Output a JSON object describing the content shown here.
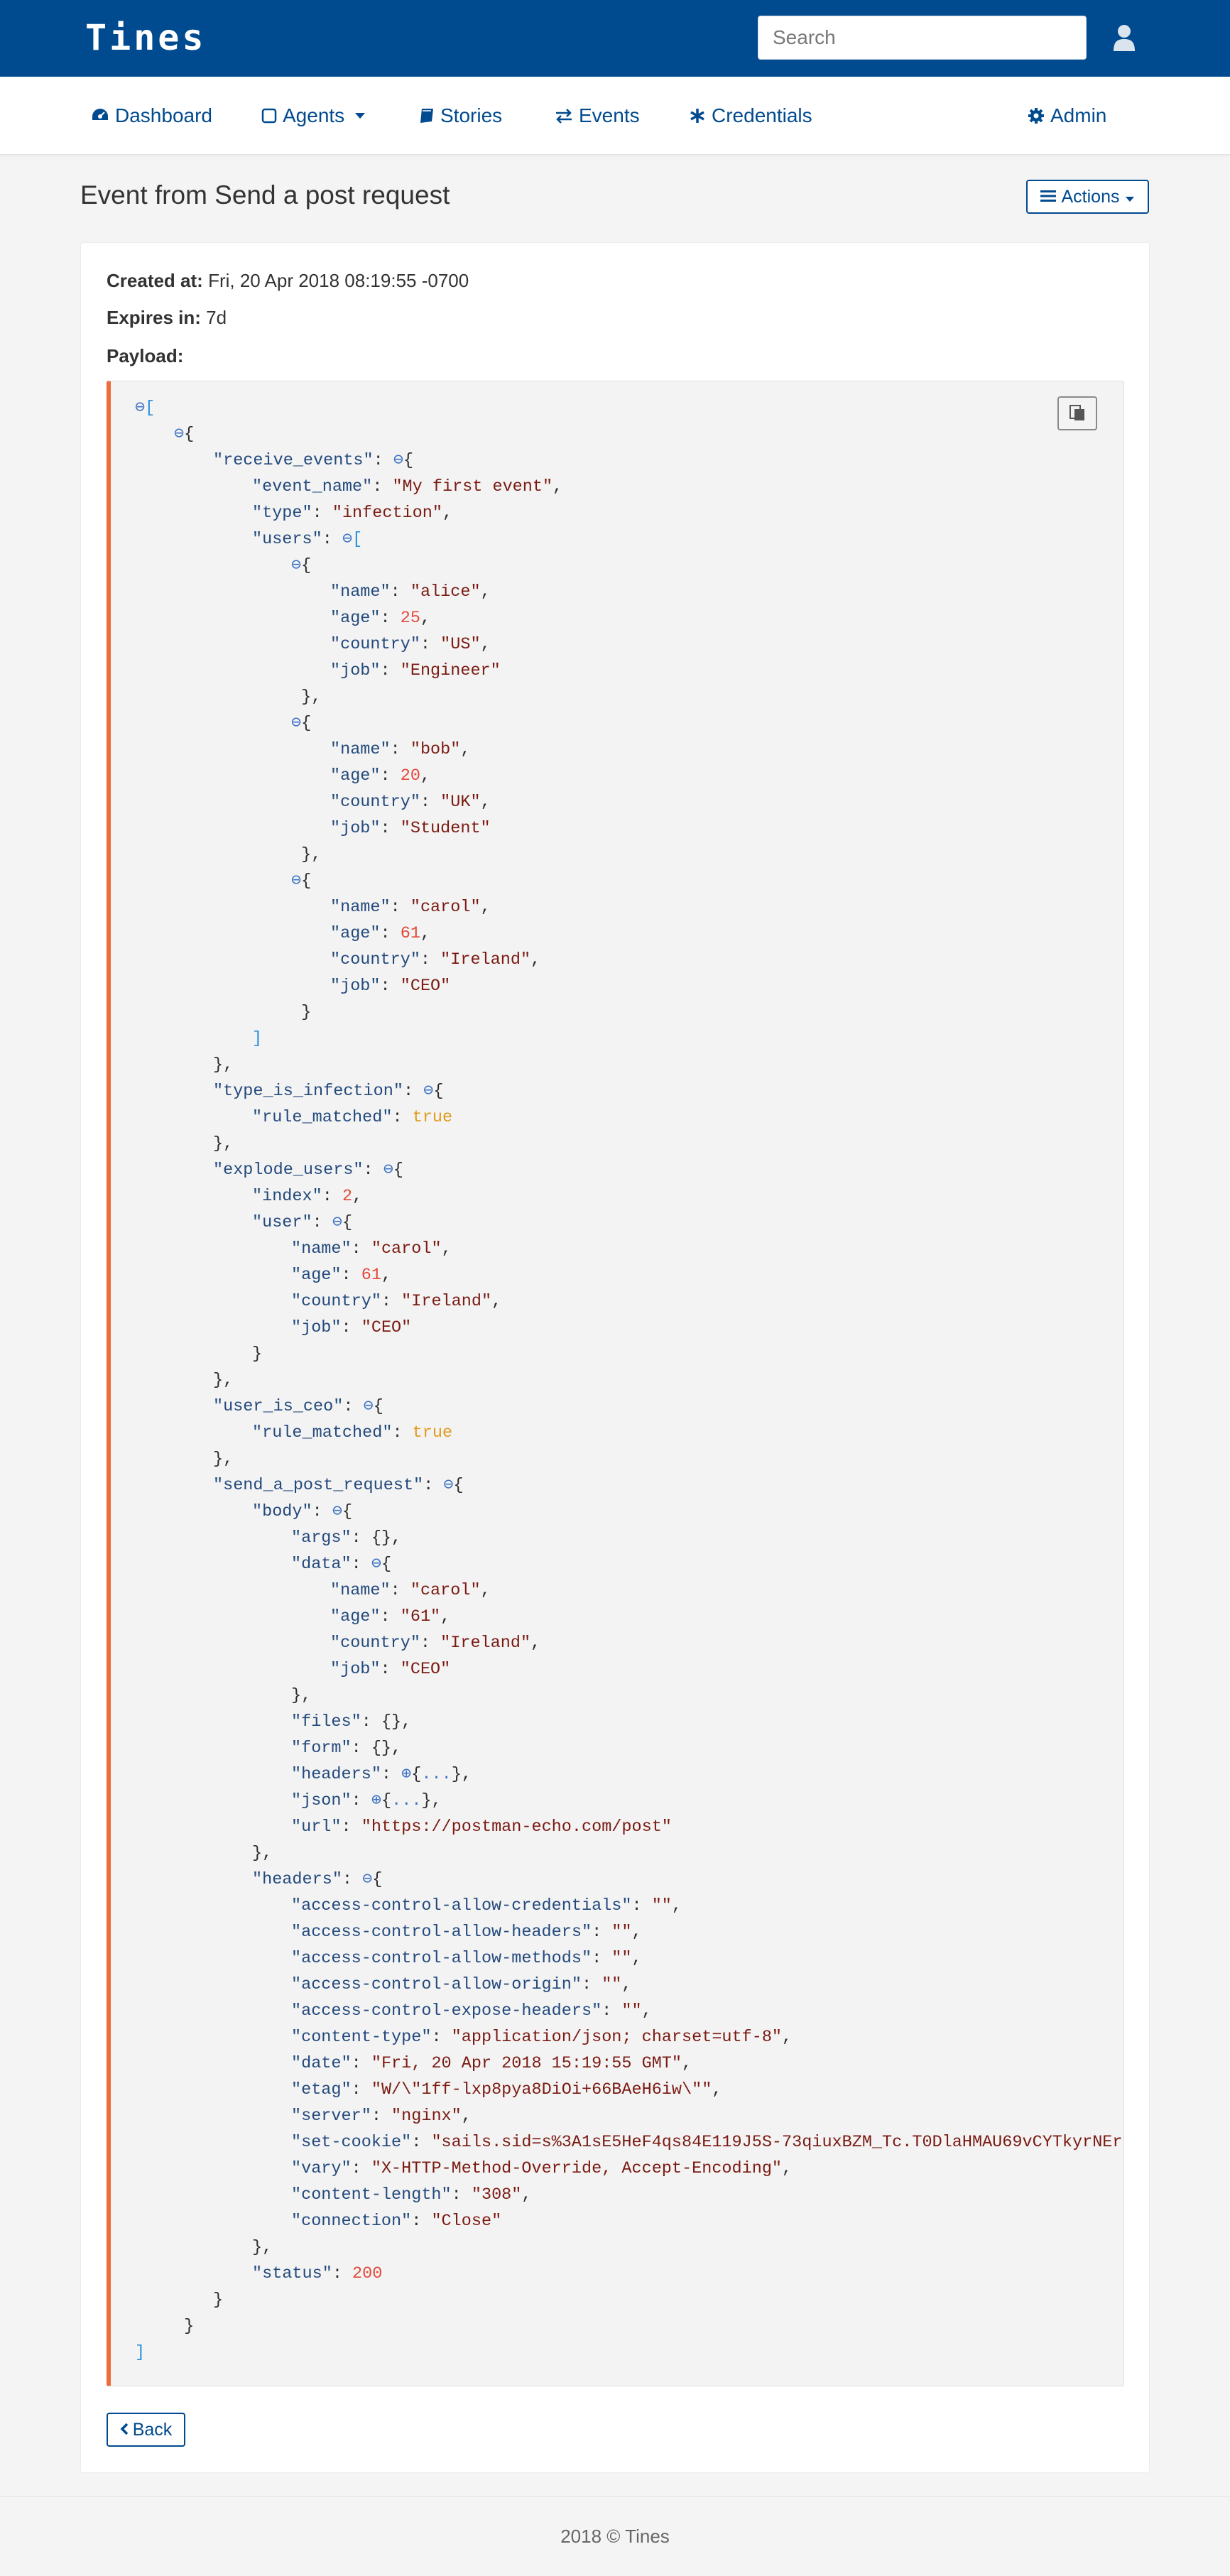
{
  "app": {
    "logo_text": "Tines"
  },
  "search": {
    "placeholder": "Search"
  },
  "nav": {
    "items": [
      {
        "label": "Dashboard",
        "icon": "tachometer-icon"
      },
      {
        "label": "Agents",
        "icon": "square-icon",
        "has_caret": true
      },
      {
        "label": "Stories",
        "icon": "book-icon"
      },
      {
        "label": "Events",
        "icon": "exchange-icon"
      },
      {
        "label": "Credentials",
        "icon": "asterisk-icon"
      }
    ],
    "admin": {
      "label": "Admin",
      "icon": "cog-icon"
    }
  },
  "page": {
    "title": "Event from Send a post request",
    "actions_label": "Actions"
  },
  "event": {
    "created_label": "Created at:",
    "created_value": "Fri, 20 Apr 2018 08:19:55 -0700",
    "expires_label": "Expires in:",
    "expires_value": "7d",
    "payload_label": "Payload:"
  },
  "payload_lines": [
    [
      0,
      [
        [
          "t",
          "⊖"
        ],
        [
          "br",
          "["
        ]
      ]
    ],
    [
      1,
      [
        [
          "t",
          "⊖"
        ],
        [
          "p",
          "{"
        ]
      ]
    ],
    [
      2,
      [
        [
          "k",
          "\"receive_events\""
        ],
        [
          "p",
          ": "
        ],
        [
          "t",
          "⊖"
        ],
        [
          "p",
          "{"
        ]
      ]
    ],
    [
      3,
      [
        [
          "k",
          "\"event_name\""
        ],
        [
          "p",
          ": "
        ],
        [
          "s",
          "\"My first event\""
        ],
        [
          "p",
          ","
        ]
      ]
    ],
    [
      3,
      [
        [
          "k",
          "\"type\""
        ],
        [
          "p",
          ": "
        ],
        [
          "s",
          "\"infection\""
        ],
        [
          "p",
          ","
        ]
      ]
    ],
    [
      3,
      [
        [
          "k",
          "\"users\""
        ],
        [
          "p",
          ": "
        ],
        [
          "t",
          "⊖"
        ],
        [
          "br",
          "["
        ]
      ]
    ],
    [
      4,
      [
        [
          "t",
          "⊖"
        ],
        [
          "p",
          "{"
        ]
      ]
    ],
    [
      5,
      [
        [
          "k",
          "\"name\""
        ],
        [
          "p",
          ": "
        ],
        [
          "s",
          "\"alice\""
        ],
        [
          "p",
          ","
        ]
      ]
    ],
    [
      5,
      [
        [
          "k",
          "\"age\""
        ],
        [
          "p",
          ": "
        ],
        [
          "n",
          "25"
        ],
        [
          "p",
          ","
        ]
      ]
    ],
    [
      5,
      [
        [
          "k",
          "\"country\""
        ],
        [
          "p",
          ": "
        ],
        [
          "s",
          "\"US\""
        ],
        [
          "p",
          ","
        ]
      ]
    ],
    [
      5,
      [
        [
          "k",
          "\"job\""
        ],
        [
          "p",
          ": "
        ],
        [
          "s",
          "\"Engineer\""
        ]
      ]
    ],
    [
      4,
      [
        [
          "p",
          " },"
        ]
      ]
    ],
    [
      4,
      [
        [
          "t",
          "⊖"
        ],
        [
          "p",
          "{"
        ]
      ]
    ],
    [
      5,
      [
        [
          "k",
          "\"name\""
        ],
        [
          "p",
          ": "
        ],
        [
          "s",
          "\"bob\""
        ],
        [
          "p",
          ","
        ]
      ]
    ],
    [
      5,
      [
        [
          "k",
          "\"age\""
        ],
        [
          "p",
          ": "
        ],
        [
          "n",
          "20"
        ],
        [
          "p",
          ","
        ]
      ]
    ],
    [
      5,
      [
        [
          "k",
          "\"country\""
        ],
        [
          "p",
          ": "
        ],
        [
          "s",
          "\"UK\""
        ],
        [
          "p",
          ","
        ]
      ]
    ],
    [
      5,
      [
        [
          "k",
          "\"job\""
        ],
        [
          "p",
          ": "
        ],
        [
          "s",
          "\"Student\""
        ]
      ]
    ],
    [
      4,
      [
        [
          "p",
          " },"
        ]
      ]
    ],
    [
      4,
      [
        [
          "t",
          "⊖"
        ],
        [
          "p",
          "{"
        ]
      ]
    ],
    [
      5,
      [
        [
          "k",
          "\"name\""
        ],
        [
          "p",
          ": "
        ],
        [
          "s",
          "\"carol\""
        ],
        [
          "p",
          ","
        ]
      ]
    ],
    [
      5,
      [
        [
          "k",
          "\"age\""
        ],
        [
          "p",
          ": "
        ],
        [
          "n",
          "61"
        ],
        [
          "p",
          ","
        ]
      ]
    ],
    [
      5,
      [
        [
          "k",
          "\"country\""
        ],
        [
          "p",
          ": "
        ],
        [
          "s",
          "\"Ireland\""
        ],
        [
          "p",
          ","
        ]
      ]
    ],
    [
      5,
      [
        [
          "k",
          "\"job\""
        ],
        [
          "p",
          ": "
        ],
        [
          "s",
          "\"CEO\""
        ]
      ]
    ],
    [
      4,
      [
        [
          "p",
          " }"
        ]
      ]
    ],
    [
      3,
      [
        [
          "br",
          "]"
        ]
      ]
    ],
    [
      2,
      [
        [
          "p",
          "},"
        ]
      ]
    ],
    [
      2,
      [
        [
          "k",
          "\"type_is_infection\""
        ],
        [
          "p",
          ": "
        ],
        [
          "t",
          "⊖"
        ],
        [
          "p",
          "{"
        ]
      ]
    ],
    [
      3,
      [
        [
          "k",
          "\"rule_matched\""
        ],
        [
          "p",
          ": "
        ],
        [
          "b",
          "true"
        ]
      ]
    ],
    [
      2,
      [
        [
          "p",
          "},"
        ]
      ]
    ],
    [
      2,
      [
        [
          "k",
          "\"explode_users\""
        ],
        [
          "p",
          ": "
        ],
        [
          "t",
          "⊖"
        ],
        [
          "p",
          "{"
        ]
      ]
    ],
    [
      3,
      [
        [
          "k",
          "\"index\""
        ],
        [
          "p",
          ": "
        ],
        [
          "n",
          "2"
        ],
        [
          "p",
          ","
        ]
      ]
    ],
    [
      3,
      [
        [
          "k",
          "\"user\""
        ],
        [
          "p",
          ": "
        ],
        [
          "t",
          "⊖"
        ],
        [
          "p",
          "{"
        ]
      ]
    ],
    [
      4,
      [
        [
          "k",
          "\"name\""
        ],
        [
          "p",
          ": "
        ],
        [
          "s",
          "\"carol\""
        ],
        [
          "p",
          ","
        ]
      ]
    ],
    [
      4,
      [
        [
          "k",
          "\"age\""
        ],
        [
          "p",
          ": "
        ],
        [
          "n",
          "61"
        ],
        [
          "p",
          ","
        ]
      ]
    ],
    [
      4,
      [
        [
          "k",
          "\"country\""
        ],
        [
          "p",
          ": "
        ],
        [
          "s",
          "\"Ireland\""
        ],
        [
          "p",
          ","
        ]
      ]
    ],
    [
      4,
      [
        [
          "k",
          "\"job\""
        ],
        [
          "p",
          ": "
        ],
        [
          "s",
          "\"CEO\""
        ]
      ]
    ],
    [
      3,
      [
        [
          "p",
          "}"
        ]
      ]
    ],
    [
      2,
      [
        [
          "p",
          "},"
        ]
      ]
    ],
    [
      2,
      [
        [
          "k",
          "\"user_is_ceo\""
        ],
        [
          "p",
          ": "
        ],
        [
          "t",
          "⊖"
        ],
        [
          "p",
          "{"
        ]
      ]
    ],
    [
      3,
      [
        [
          "k",
          "\"rule_matched\""
        ],
        [
          "p",
          ": "
        ],
        [
          "b",
          "true"
        ]
      ]
    ],
    [
      2,
      [
        [
          "p",
          "},"
        ]
      ]
    ],
    [
      2,
      [
        [
          "k",
          "\"send_a_post_request\""
        ],
        [
          "p",
          ": "
        ],
        [
          "t",
          "⊖"
        ],
        [
          "p",
          "{"
        ]
      ]
    ],
    [
      3,
      [
        [
          "k",
          "\"body\""
        ],
        [
          "p",
          ": "
        ],
        [
          "t",
          "⊖"
        ],
        [
          "p",
          "{"
        ]
      ]
    ],
    [
      4,
      [
        [
          "k",
          "\"args\""
        ],
        [
          "p",
          ": {},"
        ]
      ]
    ],
    [
      4,
      [
        [
          "k",
          "\"data\""
        ],
        [
          "p",
          ": "
        ],
        [
          "t",
          "⊖"
        ],
        [
          "p",
          "{"
        ]
      ]
    ],
    [
      5,
      [
        [
          "k",
          "\"name\""
        ],
        [
          "p",
          ": "
        ],
        [
          "s",
          "\"carol\""
        ],
        [
          "p",
          ","
        ]
      ]
    ],
    [
      5,
      [
        [
          "k",
          "\"age\""
        ],
        [
          "p",
          ": "
        ],
        [
          "s",
          "\"61\""
        ],
        [
          "p",
          ","
        ]
      ]
    ],
    [
      5,
      [
        [
          "k",
          "\"country\""
        ],
        [
          "p",
          ": "
        ],
        [
          "s",
          "\"Ireland\""
        ],
        [
          "p",
          ","
        ]
      ]
    ],
    [
      5,
      [
        [
          "k",
          "\"job\""
        ],
        [
          "p",
          ": "
        ],
        [
          "s",
          "\"CEO\""
        ]
      ]
    ],
    [
      4,
      [
        [
          "p",
          "},"
        ]
      ]
    ],
    [
      4,
      [
        [
          "k",
          "\"files\""
        ],
        [
          "p",
          ": {},"
        ]
      ]
    ],
    [
      4,
      [
        [
          "k",
          "\"form\""
        ],
        [
          "p",
          ": {},"
        ]
      ]
    ],
    [
      4,
      [
        [
          "k",
          "\"headers\""
        ],
        [
          "p",
          ": "
        ],
        [
          "t",
          "⊕"
        ],
        [
          "p",
          "{"
        ],
        [
          "t",
          "..."
        ],
        [
          "p",
          "},"
        ]
      ]
    ],
    [
      4,
      [
        [
          "k",
          "\"json\""
        ],
        [
          "p",
          ": "
        ],
        [
          "t",
          "⊕"
        ],
        [
          "p",
          "{"
        ],
        [
          "t",
          "..."
        ],
        [
          "p",
          "},"
        ]
      ]
    ],
    [
      4,
      [
        [
          "k",
          "\"url\""
        ],
        [
          "p",
          ": "
        ],
        [
          "s",
          "\"https://postman-echo.com/post\""
        ]
      ]
    ],
    [
      3,
      [
        [
          "p",
          "},"
        ]
      ]
    ],
    [
      3,
      [
        [
          "k",
          "\"headers\""
        ],
        [
          "p",
          ": "
        ],
        [
          "t",
          "⊖"
        ],
        [
          "p",
          "{"
        ]
      ]
    ],
    [
      4,
      [
        [
          "k",
          "\"access-control-allow-credentials\""
        ],
        [
          "p",
          ": "
        ],
        [
          "s",
          "\"\""
        ],
        [
          "p",
          ","
        ]
      ]
    ],
    [
      4,
      [
        [
          "k",
          "\"access-control-allow-headers\""
        ],
        [
          "p",
          ": "
        ],
        [
          "s",
          "\"\""
        ],
        [
          "p",
          ","
        ]
      ]
    ],
    [
      4,
      [
        [
          "k",
          "\"access-control-allow-methods\""
        ],
        [
          "p",
          ": "
        ],
        [
          "s",
          "\"\""
        ],
        [
          "p",
          ","
        ]
      ]
    ],
    [
      4,
      [
        [
          "k",
          "\"access-control-allow-origin\""
        ],
        [
          "p",
          ": "
        ],
        [
          "s",
          "\"\""
        ],
        [
          "p",
          ","
        ]
      ]
    ],
    [
      4,
      [
        [
          "k",
          "\"access-control-expose-headers\""
        ],
        [
          "p",
          ": "
        ],
        [
          "s",
          "\"\""
        ],
        [
          "p",
          ","
        ]
      ]
    ],
    [
      4,
      [
        [
          "k",
          "\"content-type\""
        ],
        [
          "p",
          ": "
        ],
        [
          "s",
          "\"application/json; charset=utf-8\""
        ],
        [
          "p",
          ","
        ]
      ]
    ],
    [
      4,
      [
        [
          "k",
          "\"date\""
        ],
        [
          "p",
          ": "
        ],
        [
          "s",
          "\"Fri, 20 Apr 2018 15:19:55 GMT\""
        ],
        [
          "p",
          ","
        ]
      ]
    ],
    [
      4,
      [
        [
          "k",
          "\"etag\""
        ],
        [
          "p",
          ": "
        ],
        [
          "s",
          "\"W/\\\"1ff-lxp8pya8DiOi+66BAeH6iw\\\"\""
        ],
        [
          "p",
          ","
        ]
      ]
    ],
    [
      4,
      [
        [
          "k",
          "\"server\""
        ],
        [
          "p",
          ": "
        ],
        [
          "s",
          "\"nginx\""
        ],
        [
          "p",
          ","
        ]
      ]
    ],
    [
      4,
      [
        [
          "k",
          "\"set-cookie\""
        ],
        [
          "p",
          ": "
        ],
        [
          "s",
          "\"sails.sid=s%3A1sE5HeF4qs84E119J5S-73qiuxBZM_Tc.T0DlaHMAU69vCYTkyrNEr"
        ]
      ]
    ],
    [
      4,
      [
        [
          "k",
          "\"vary\""
        ],
        [
          "p",
          ": "
        ],
        [
          "s",
          "\"X-HTTP-Method-Override, Accept-Encoding\""
        ],
        [
          "p",
          ","
        ]
      ]
    ],
    [
      4,
      [
        [
          "k",
          "\"content-length\""
        ],
        [
          "p",
          ": "
        ],
        [
          "s",
          "\"308\""
        ],
        [
          "p",
          ","
        ]
      ]
    ],
    [
      4,
      [
        [
          "k",
          "\"connection\""
        ],
        [
          "p",
          ": "
        ],
        [
          "s",
          "\"Close\""
        ]
      ]
    ],
    [
      3,
      [
        [
          "p",
          "},"
        ]
      ]
    ],
    [
      3,
      [
        [
          "k",
          "\"status\""
        ],
        [
          "p",
          ": "
        ],
        [
          "n",
          "200"
        ]
      ]
    ],
    [
      2,
      [
        [
          "p",
          "}"
        ]
      ]
    ],
    [
      1,
      [
        [
          "p",
          " }"
        ]
      ]
    ],
    [
      0,
      [
        [
          "br",
          "]"
        ]
      ]
    ]
  ],
  "buttons": {
    "back_label": "Back",
    "copy_icon": "clipboard-icon"
  },
  "footer": {
    "text": "2018 © Tines"
  },
  "colors": {
    "brand_blue": "#004a8f",
    "payload_accent": "#ee6c3c",
    "json_key": "#23497c",
    "json_string": "#7a1a12",
    "json_number": "#e1493a",
    "json_boolean": "#e09b1a",
    "json_toggle": "#3d72c4"
  }
}
